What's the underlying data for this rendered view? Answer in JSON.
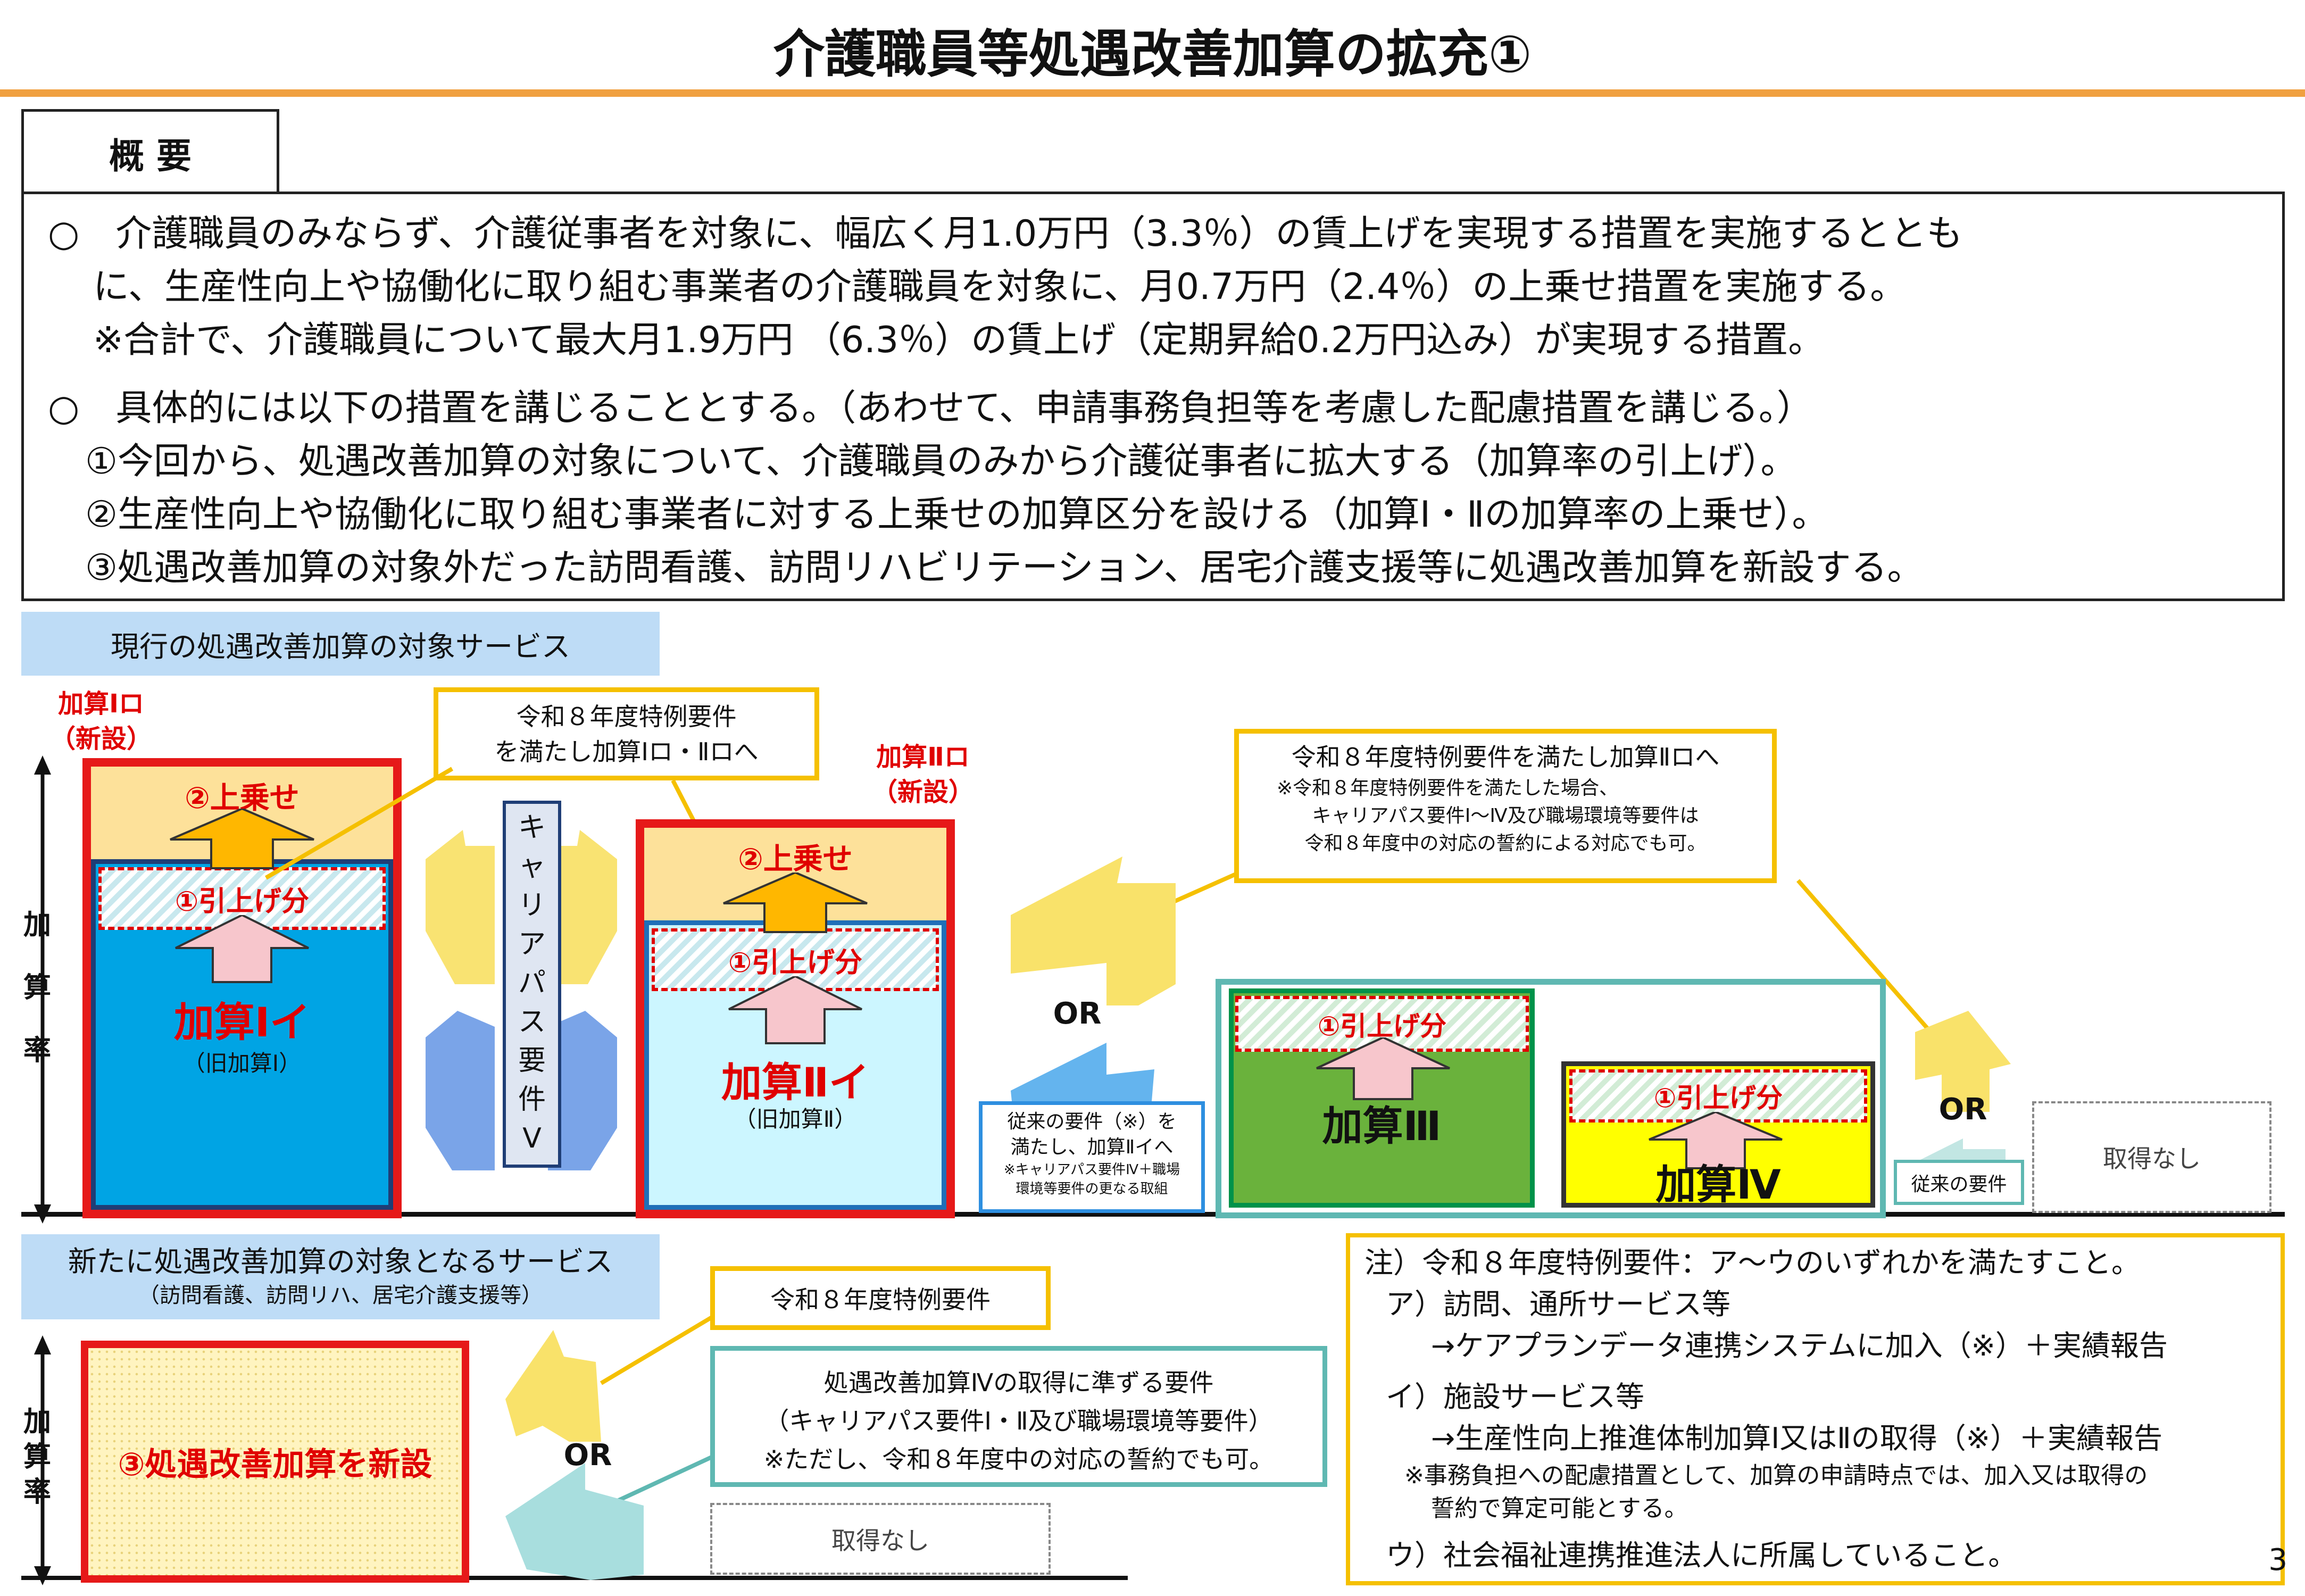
{
  "title": "介護職員等処遇改善加算の拡充①",
  "overview": {
    "tab": "概 要",
    "p1_l1": "○　介護職員のみならず、介護従事者を対象に、幅広く月1.0万円（3.3％）の賃上げを実現する措置を実施するととも",
    "p1_l2": "に、生産性向上や協働化に取り組む事業者の介護職員を対象に、月0.7万円（2.4％）の上乗せ措置を実施する。",
    "p1_l3": "※合計で、介護職員について最大月1.9万円 （6.3％）の賃上げ（定期昇給0.2万円込み）が実現する措置。",
    "p2_l1": "○　具体的には以下の措置を講じることとする。（あわせて、申請事務負担等を考慮した配慮措置を講じる。）",
    "p2_l2": "①今回から、処遇改善加算の対象について、介護職員のみから介護従事者に拡大する（加算率の引上げ）。",
    "p2_l3": "②生産性向上や協働化に取り組む事業者に対する上乗せの加算区分を設ける（加算Ⅰ・Ⅱの加算率の上乗せ）。",
    "p2_l4": "③処遇改善加算の対象外だった訪問看護、訪問リハビリテーション、居宅介護支援等に処遇改善加算を新設する。"
  },
  "current": {
    "label": "現行の処遇改善加算の対象サービス",
    "axis": [
      "加",
      "算",
      "率"
    ],
    "k1ro_label_l1": "加算Ⅰロ",
    "k1ro_label_l2": "（新設）",
    "k2ro_label_l1": "加算Ⅱロ",
    "k2ro_label_l2": "（新設）",
    "uwanose": "②上乗せ",
    "hikiage": "①引上げ分",
    "k1i": "加算Ⅰイ",
    "k1i_sub": "（旧加算Ⅰ）",
    "k2i": "加算Ⅱイ",
    "k2i_sub": "（旧加算Ⅱ）",
    "k3": "加算Ⅲ",
    "k4": "加算Ⅳ",
    "career": [
      "キ",
      "ャ",
      "リ",
      "ア",
      "パ",
      "ス",
      "要",
      "件",
      "Ⅴ"
    ],
    "callout1_l1": "令和８年度特例要件",
    "callout1_l2": "を満たし加算Ⅰロ・Ⅱロへ",
    "callout2_l1": "令和８年度特例要件を満たし加算Ⅱロへ",
    "callout2_l2": "※令和８年度特例要件を満たした場合、",
    "callout2_l3": "キャリアパス要件Ⅰ～Ⅳ及び職場環境等要件は",
    "callout2_l4": "令和８年度中の対応の誓約による対応でも可。",
    "or": "OR",
    "juurai_l1": "従来の要件（※）を",
    "juurai_l2": "満たし、加算Ⅱイへ",
    "juurai_l3": "※キャリアパス要件Ⅳ＋職場",
    "juurai_l4": "環境等要件の更なる取組",
    "juurai_small": "従来の要件",
    "nashi": "取得なし"
  },
  "newsvc": {
    "label_l1": "新たに処遇改善加算の対象となるサービス",
    "label_l2": "（訪問看護、訪問リハ、居宅介護支援等）",
    "axis": [
      "加",
      "算",
      "率"
    ],
    "shinsetsu": "③処遇改善加算を新設",
    "tokurei": "令和８年度特例要件",
    "req_l1": "処遇改善加算Ⅳの取得に準ずる要件",
    "req_l2": "（キャリアパス要件Ⅰ・Ⅱ及び職場環境等要件）",
    "req_l3": "※ただし、令和８年度中の対応の誓約でも可。",
    "or": "OR",
    "nashi": "取得なし"
  },
  "note": {
    "l1": "注）令和８年度特例要件：ア～ウのいずれかを満たすこと。",
    "l2": "ア）訪問、通所サービス等",
    "l3": "→ケアプランデータ連携システムに加入（※）＋実績報告",
    "l4": "イ）施設サービス等",
    "l5": "→生産性向上推進体制加算Ⅰ又はⅡの取得（※）＋実績報告",
    "l6": "※事務負担への配慮措置として、加算の申請時点では、加入又は取得の",
    "l7": "誓約で算定可能とする。",
    "l8": "ウ）社会福祉連携推進法人に所属していること。"
  },
  "page_number": "3",
  "colors": {
    "accent_orange": "#f0a040",
    "red": "#e00000",
    "blue_fill": "#00a4e4",
    "teal": "#5fb8b2",
    "yellow": "#f5c000",
    "green": "#6ab23c"
  }
}
